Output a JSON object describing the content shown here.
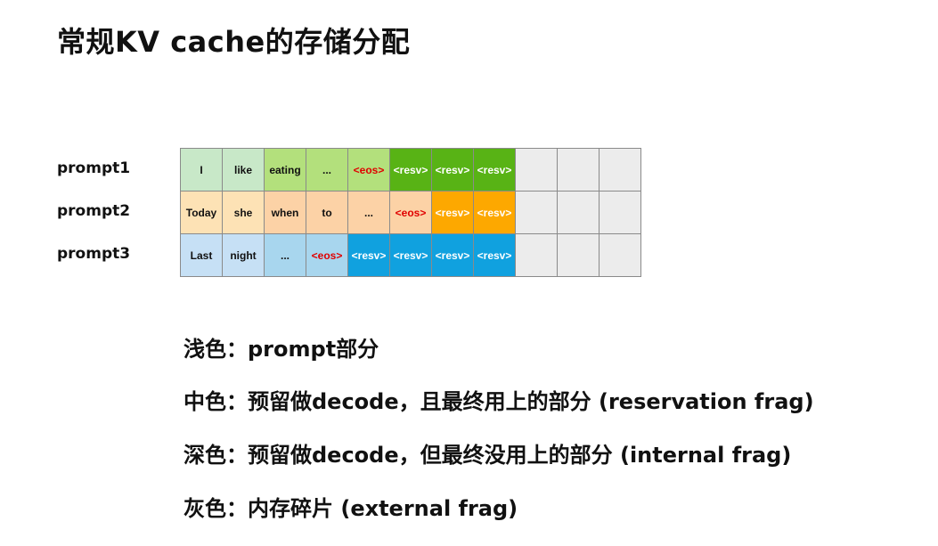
{
  "title": "常规KV cache的存储分配",
  "colors": {
    "prompt1": {
      "light": "#c8e8c8",
      "mid": "#b3e07c",
      "deep": "#58b315"
    },
    "prompt2": {
      "light": "#fde2b5",
      "mid": "#fcd2a6",
      "deep": "#fda800"
    },
    "prompt3": {
      "light": "#c6e0f5",
      "mid": "#a8d6ee",
      "deep": "#10a1df"
    },
    "empty": "#ececec"
  },
  "rows": [
    {
      "label": "prompt1",
      "cells": [
        {
          "text": "I",
          "type": "light"
        },
        {
          "text": "like",
          "type": "light"
        },
        {
          "text": "eating",
          "type": "mid"
        },
        {
          "text": "...",
          "type": "mid"
        },
        {
          "text": "<eos>",
          "type": "mid"
        },
        {
          "text": "<resv>",
          "type": "deep"
        },
        {
          "text": "<resv>",
          "type": "deep"
        },
        {
          "text": "<resv>",
          "type": "deep"
        },
        {
          "text": "",
          "type": "empty"
        },
        {
          "text": "",
          "type": "empty"
        },
        {
          "text": "",
          "type": "empty"
        }
      ]
    },
    {
      "label": "prompt2",
      "cells": [
        {
          "text": "Today",
          "type": "light"
        },
        {
          "text": "she",
          "type": "light"
        },
        {
          "text": "when",
          "type": "mid"
        },
        {
          "text": "to",
          "type": "mid"
        },
        {
          "text": "...",
          "type": "mid"
        },
        {
          "text": "<eos>",
          "type": "mid"
        },
        {
          "text": "<resv>",
          "type": "deep"
        },
        {
          "text": "<resv>",
          "type": "deep"
        },
        {
          "text": "",
          "type": "empty"
        },
        {
          "text": "",
          "type": "empty"
        },
        {
          "text": "",
          "type": "empty"
        }
      ]
    },
    {
      "label": "prompt3",
      "cells": [
        {
          "text": "Last",
          "type": "light"
        },
        {
          "text": "night",
          "type": "light"
        },
        {
          "text": "...",
          "type": "mid"
        },
        {
          "text": "<eos>",
          "type": "mid"
        },
        {
          "text": "<resv>",
          "type": "deep"
        },
        {
          "text": "<resv>",
          "type": "deep"
        },
        {
          "text": "<resv>",
          "type": "deep"
        },
        {
          "text": "<resv>",
          "type": "deep"
        },
        {
          "text": "",
          "type": "empty"
        },
        {
          "text": "",
          "type": "empty"
        },
        {
          "text": "",
          "type": "empty"
        }
      ]
    }
  ],
  "legend": [
    "浅色：prompt部分",
    "中色：预留做decode，且最终用上的部分 (reservation frag)",
    "深色：预留做decode，但最终没用上的部分 (internal frag)",
    "灰色：内存碎片 (external frag)"
  ]
}
